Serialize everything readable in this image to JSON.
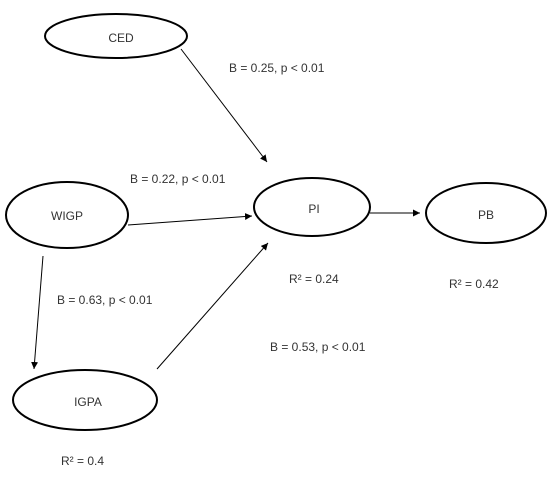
{
  "nodes": {
    "ced": "CED",
    "wigp": "WIGP",
    "pi": "PI",
    "pb": "PB",
    "igpa": "IGPA"
  },
  "paths": {
    "ced_pi": "B = 0.25, p < 0.01",
    "wigp_pi": "B = 0.22, p < 0.01",
    "wigp_igpa": "B = 0.63, p < 0.01",
    "igpa_pi": "B = 0.53, p < 0.01"
  },
  "r_squared": {
    "pi": "R² = 0.24",
    "pb": "R² = 0.42",
    "igpa": "R² = 0.4"
  }
}
